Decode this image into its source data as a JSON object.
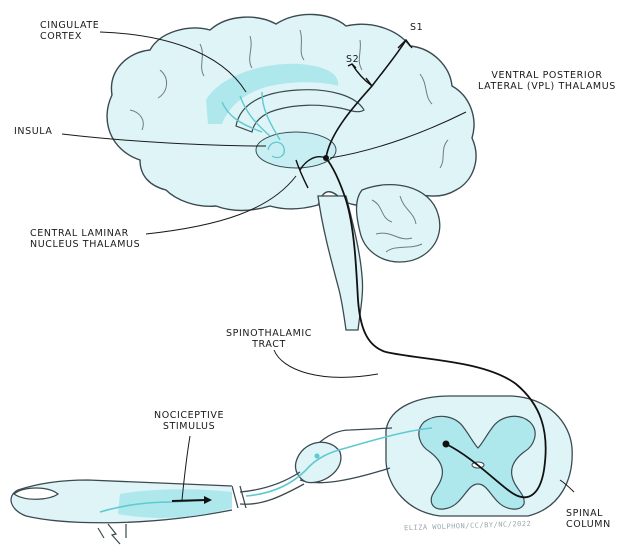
{
  "labels": {
    "cingulate": [
      "CINGULATE",
      "CORTEX"
    ],
    "insula": "INSULA",
    "s1": "S1",
    "s2": "S2",
    "vpl": [
      "VENTRAL POSTERIOR",
      "LATERAL (VPL) THALAMUS"
    ],
    "central_laminar": [
      "CENTRAL LAMINAR",
      "NUCLEUS THALAMUS"
    ],
    "spinothalamic": [
      "SPINOTHALAMIC",
      "TRACT"
    ],
    "nociceptive": [
      "NOCICEPTIVE",
      "STIMULUS"
    ],
    "spinal": [
      "SPINAL",
      "COLUMN"
    ]
  },
  "credit": "ELIZA WOLPHON/CC/BY/NC/2022",
  "colors": {
    "tissue_fill": "#dff4f7",
    "highlight": "#aee8ec",
    "outline": "#3a4a50",
    "pathway": "#111111",
    "accent": "#5ec9d1"
  }
}
